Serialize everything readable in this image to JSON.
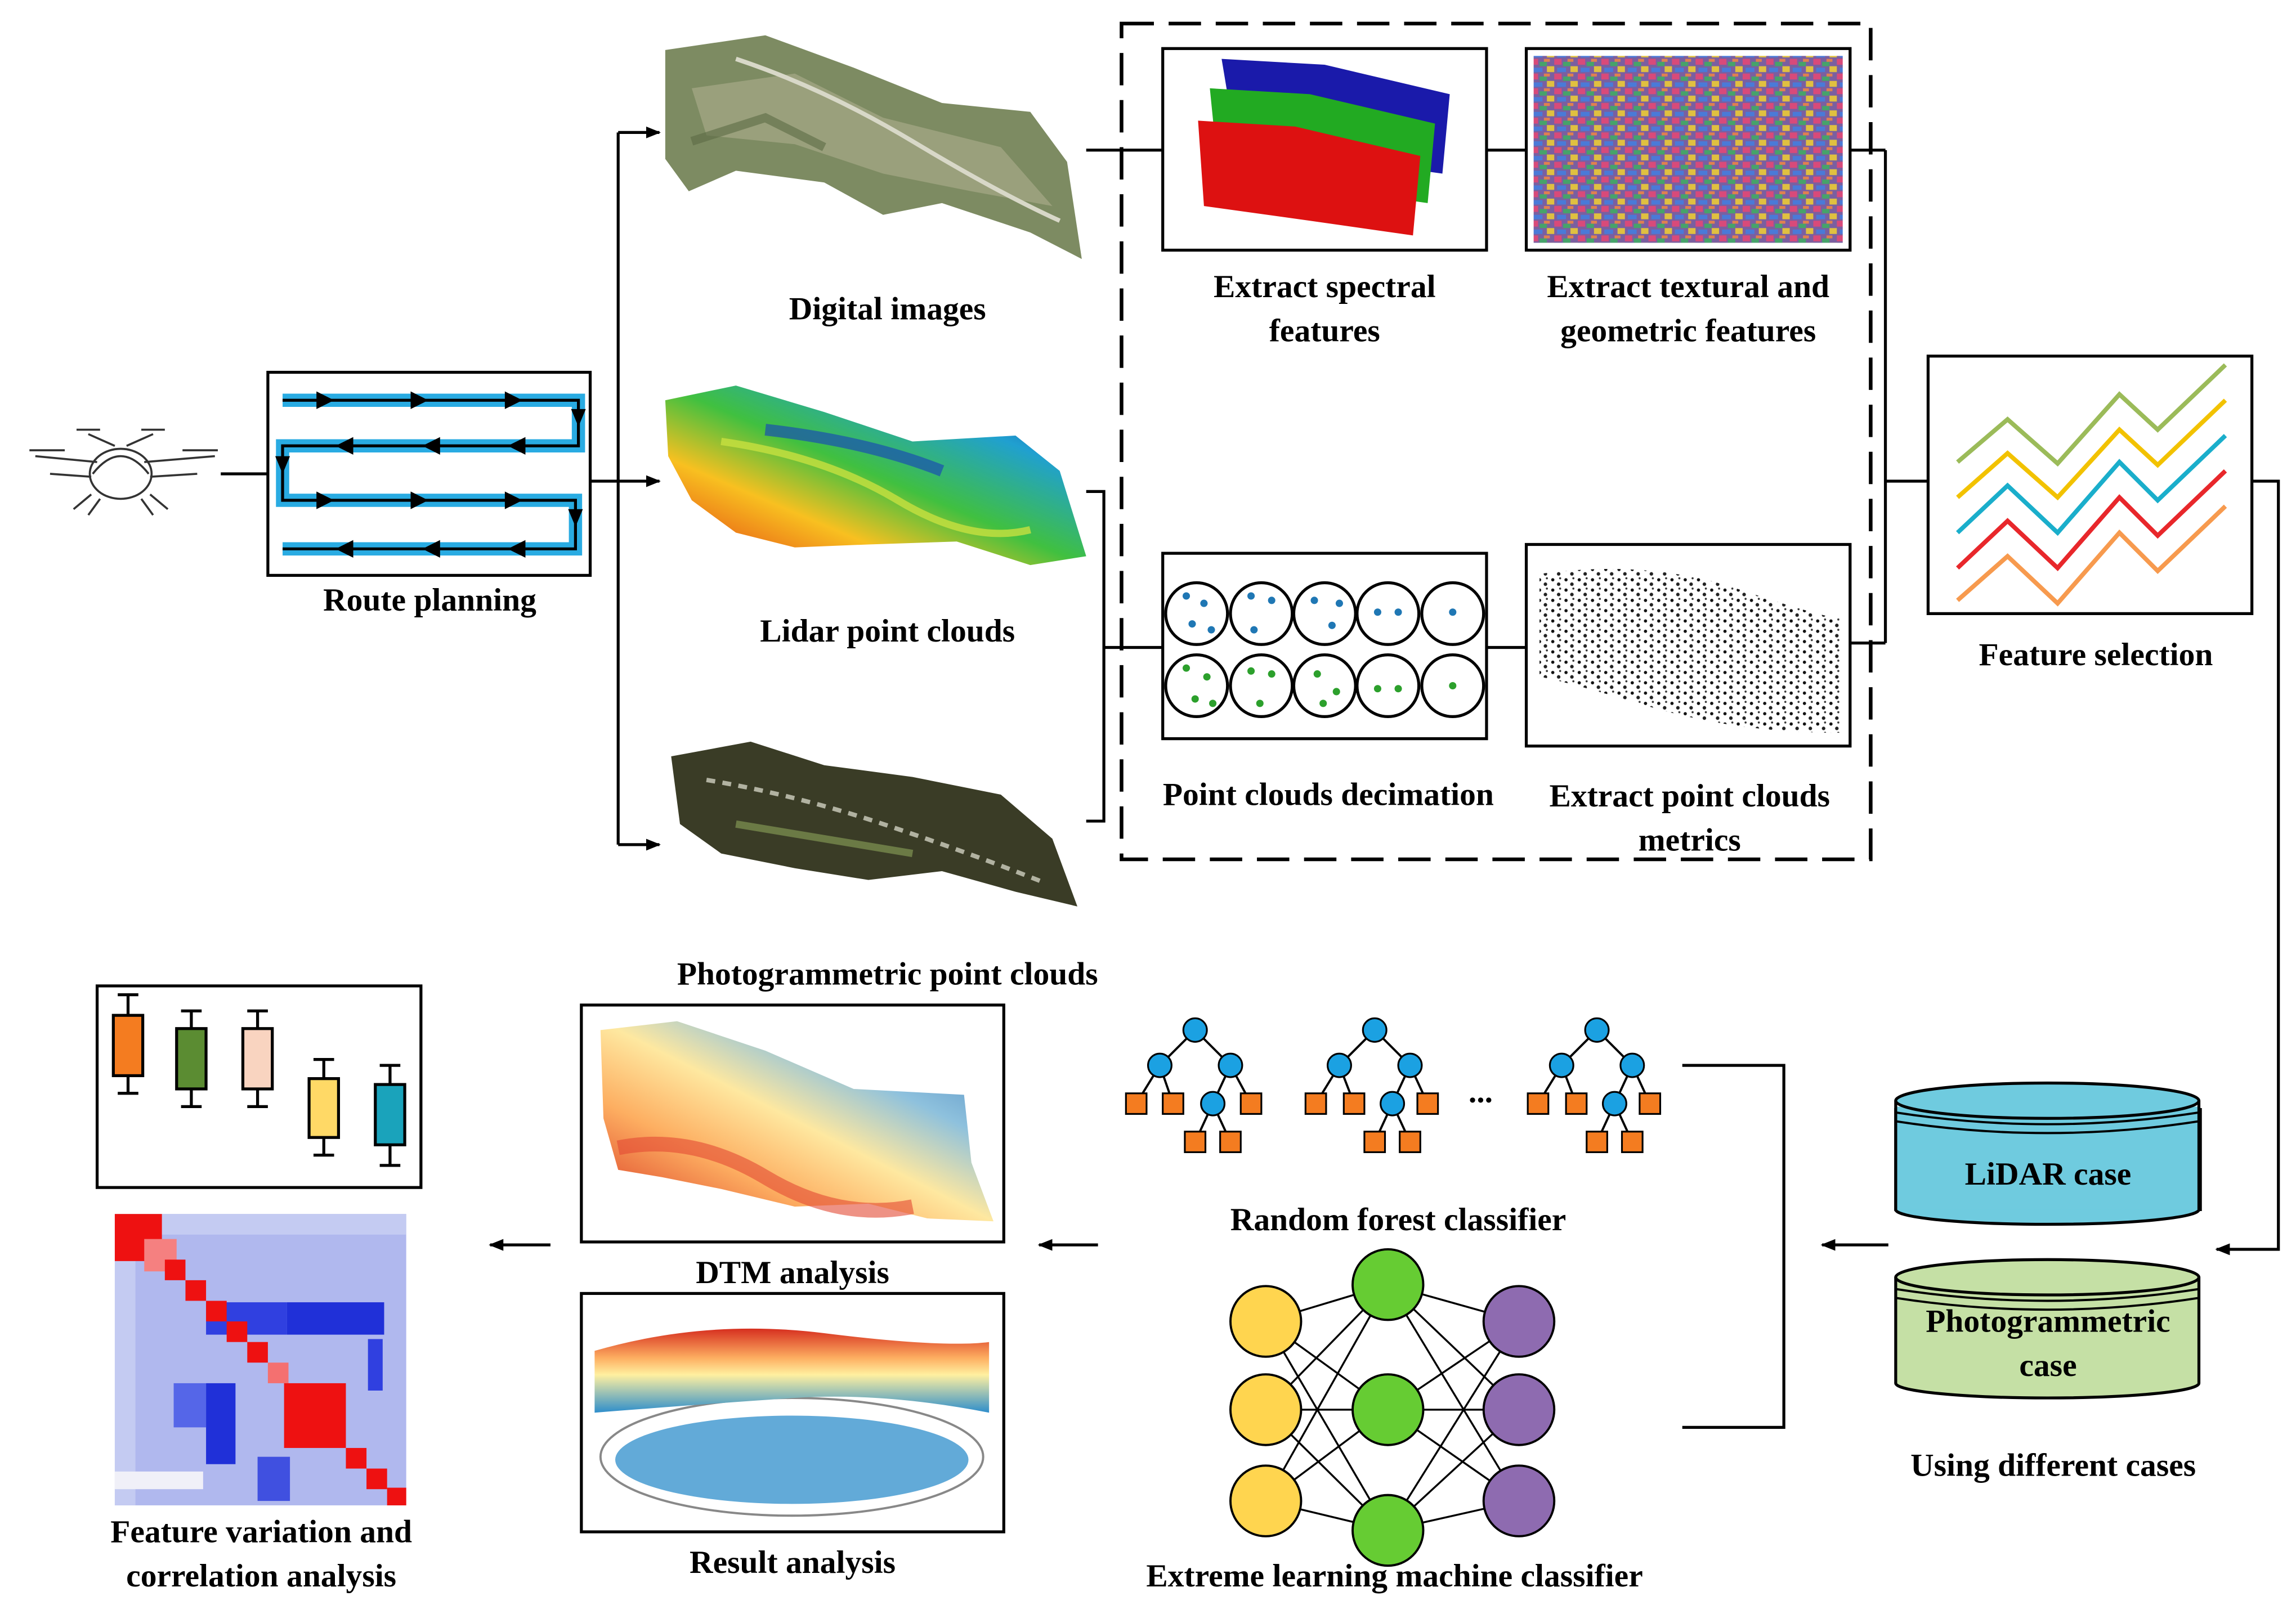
{
  "labels": {
    "route_planning": "Route planning",
    "digital_images": "Digital images",
    "lidar_point_clouds": "Lidar point clouds",
    "photogrammetric_point_clouds": "Photogrammetric point clouds",
    "extract_spectral": [
      "Extract spectral",
      "features"
    ],
    "extract_textural": [
      "Extract textural and",
      "geometric features"
    ],
    "point_clouds_decimation": "Point clouds decimation",
    "extract_point_metrics": [
      "Extract point clouds",
      "metrics"
    ],
    "feature_selection": "Feature selection",
    "lidar_case": "LiDAR case",
    "photogrammetric_case": [
      "Photogrammetric",
      "case"
    ],
    "using_different_cases": "Using different cases",
    "random_forest": "Random forest classifier",
    "ellipsis": "...",
    "elm_classifier": "Extreme learning machine classifier",
    "dtm_analysis": "DTM analysis",
    "result_analysis": "Result analysis",
    "feature_variation": [
      "Feature variation and",
      "correlation analysis"
    ]
  },
  "colors": {
    "route_blue": "#29abe2",
    "tree_node": "#1ba1e2",
    "tree_leaf": "#f47c20",
    "elm_input": "#ffd54f",
    "elm_hidden": "#66cc33",
    "elm_output": "#8e6bb0",
    "lidar_case": "#6fcbdf",
    "photo_case": "#c5e0a5",
    "dot_blue": "#1f77b4",
    "dot_green": "#2ca02c",
    "boxplot": [
      "#f47c20",
      "#5b8c32",
      "#f9d4c0",
      "#ffd966",
      "#1aa3bb"
    ],
    "feature_lines": [
      "#9bbb59",
      "#f2c200",
      "#1aaecb",
      "#e8272b",
      "#f79a4e"
    ],
    "heatmap_red": "#ee1111",
    "heatmap_blue": "#2233dd"
  }
}
